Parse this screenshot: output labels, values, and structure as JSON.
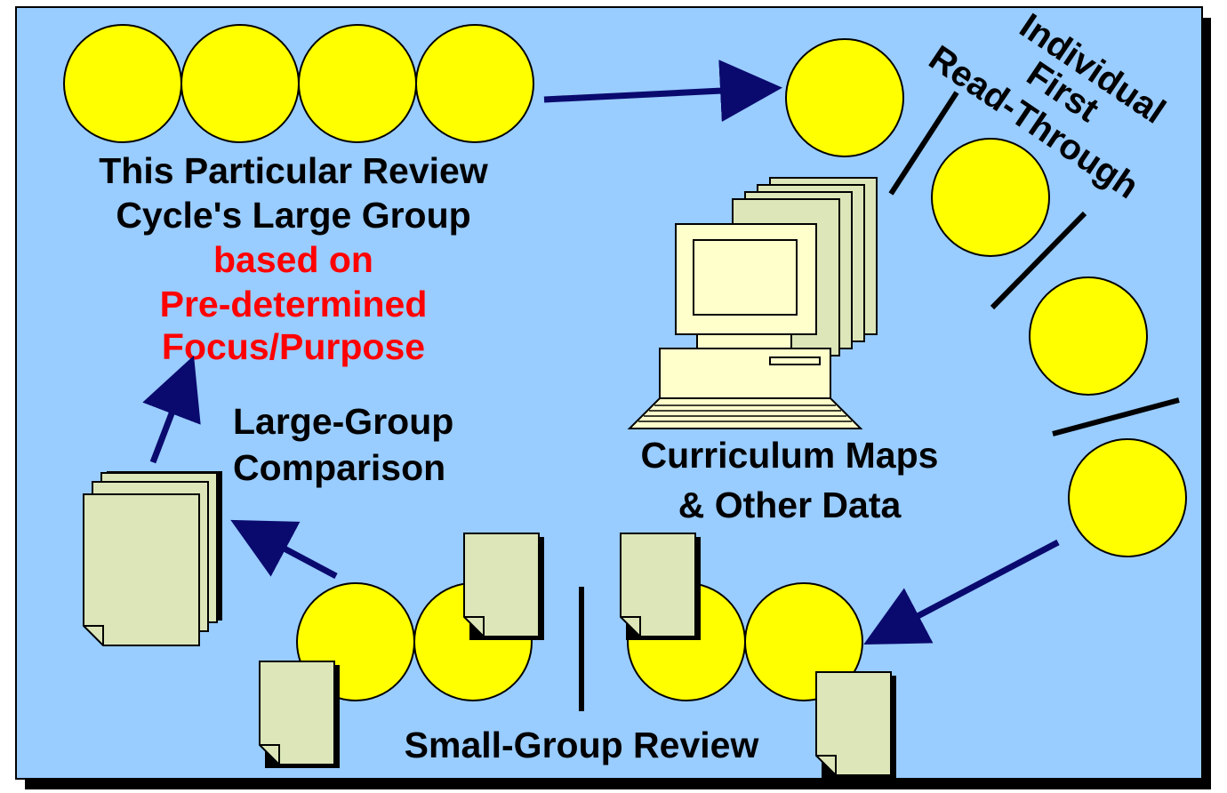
{
  "colors": {
    "background": "#99CCFF",
    "circle_fill": "#FFFF00",
    "document_fill": "#DCE6B8",
    "arrow": "#0A0A6E",
    "text_main": "#000000",
    "text_accent": "#FF0000",
    "shadow": "#000000"
  },
  "labels": {
    "large_group_line1": "This Particular Review",
    "large_group_line2": "Cycle's Large Group",
    "focus_line1": "based on",
    "focus_line2": "Pre-determined",
    "focus_line3": "Focus/Purpose",
    "comparison_line1": "Large-Group",
    "comparison_line2": "Comparison",
    "curriculum_line1": "Curriculum Maps",
    "curriculum_line2": "& Other Data",
    "small_group": "Small-Group Review",
    "individual_line1": "Individual",
    "individual_line2": "First",
    "individual_line3": "Read-Through"
  },
  "icons": {
    "computer": "computer-icon",
    "document": "document-stack-icon",
    "reviewer": "reviewer-circle-icon"
  }
}
